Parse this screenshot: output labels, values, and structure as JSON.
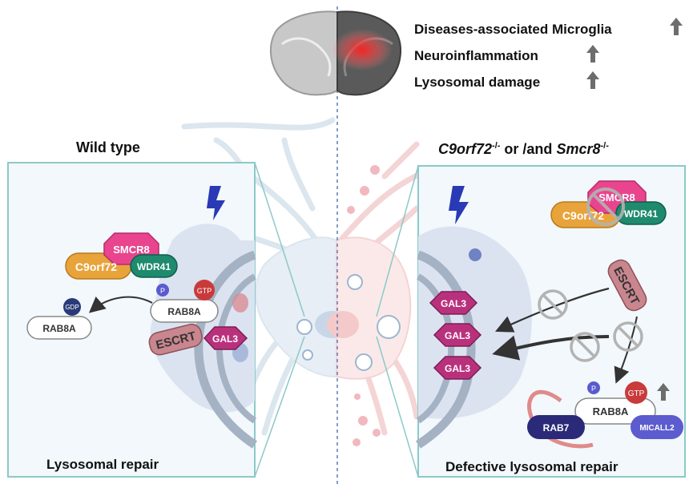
{
  "header": {
    "line1": "Diseases-associated Microglia",
    "line2": "Neuroinflammation",
    "line3": "Lysosomal damage"
  },
  "left": {
    "title": "Wild type",
    "footer": "Lysosomal repair",
    "labels": {
      "smcr8": "SMCR8",
      "c9orf72": "C9orf72",
      "wdr41": "WDR41",
      "gdp": "GDP",
      "rab8a_gdp": "RAB8A",
      "p": "P",
      "gtp": "GTP",
      "rab8a_gtp": "RAB8A",
      "escrt": "ESCRT",
      "gal3": "GAL3"
    }
  },
  "right": {
    "title_gene1": "C9orf72",
    "title_sup1": "-/-",
    "title_mid": " or /and ",
    "title_gene2": "Smcr8",
    "title_sup2": "-/-",
    "footer": "Defective lysosomal repair",
    "labels": {
      "smcr8": "SMCR8",
      "c9orf72": "C9orf72",
      "wdr41": "WDR41",
      "escrt": "ESCRT",
      "gal3_1": "GAL3",
      "gal3_2": "GAL3",
      "gal3_3": "GAL3",
      "p": "P",
      "gtp": "GTP",
      "rab8a": "RAB8A",
      "rab7": "RAB7",
      "micall2": "MICALL2"
    }
  },
  "colors": {
    "panel_border": "#8cc9c9",
    "panel_fill": "#f2f8fb",
    "c9orf72": "#e8a33a",
    "smcr8": "#e9458f",
    "wdr41": "#1e8a6e",
    "gal3": "#b9317c",
    "escrt": "#c9868f",
    "gtp": "#c93a3a",
    "p": "#5a5acf",
    "rab7": "#2a2a78",
    "micall2": "#5c5ccf",
    "arrow_up": "#6d6d6d"
  }
}
